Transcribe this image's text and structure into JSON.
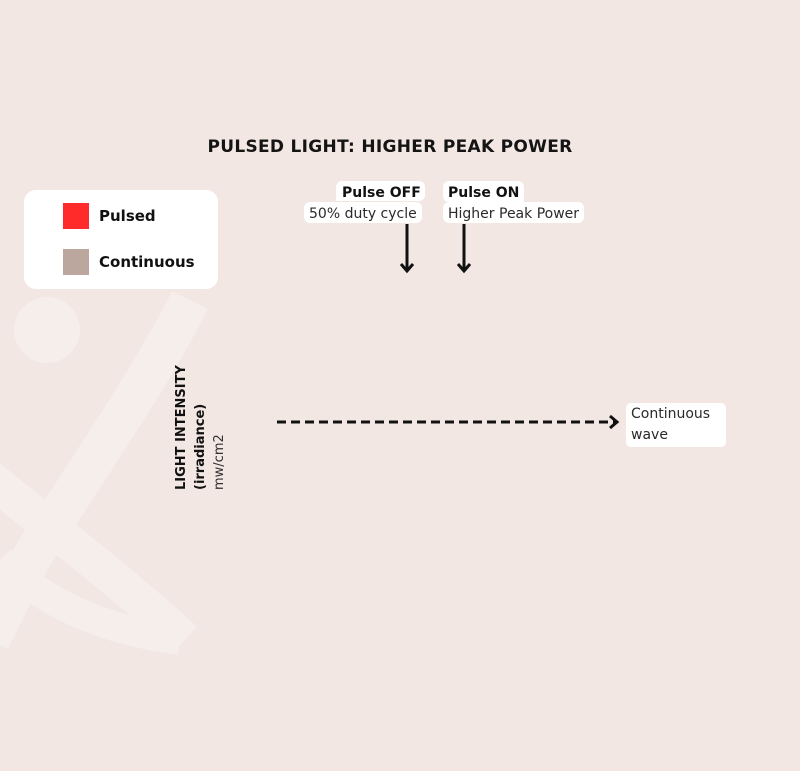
{
  "title": "PULSED LIGHT: HIGHER PEAK POWER",
  "legend": {
    "items": [
      {
        "label": "Pulsed",
        "color": "#ff2a2a"
      },
      {
        "label": "Continuous",
        "color": "#bba79d"
      }
    ]
  },
  "callouts": {
    "pulse_off": {
      "title": "Pulse OFF",
      "text": "50% duty cycle"
    },
    "pulse_on": {
      "title": "Pulse ON",
      "text": "Higher Peak Power"
    }
  },
  "y_axis": {
    "line1": "LIGHT INTENSITY",
    "line2": "(irradiance)",
    "line3": "mw/cm2"
  },
  "continuous_label": {
    "line1": "Continuous",
    "line2": "wave"
  },
  "colors": {
    "background": "#f2e7e2",
    "pulsed": "#ff2a2a",
    "continuous": "#bba79d"
  }
}
